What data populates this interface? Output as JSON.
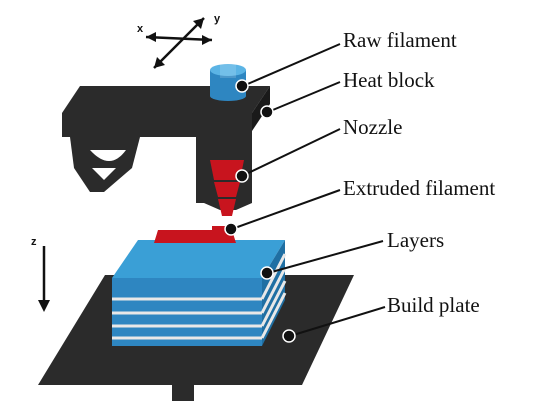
{
  "axes": {
    "x": "x",
    "y": "y",
    "z": "z"
  },
  "labels": {
    "raw_filament": "Raw filament",
    "heat_block": "Heat block",
    "nozzle": "Nozzle",
    "extruded_filament": "Extruded filament",
    "layers": "Layers",
    "build_plate": "Build plate"
  },
  "colors": {
    "dark": "#2b2b2b",
    "blue": "#2e86c1",
    "blue_top": "#3a9fd6",
    "red": "#c8141e",
    "layer_gap": "#e8e8e8"
  }
}
